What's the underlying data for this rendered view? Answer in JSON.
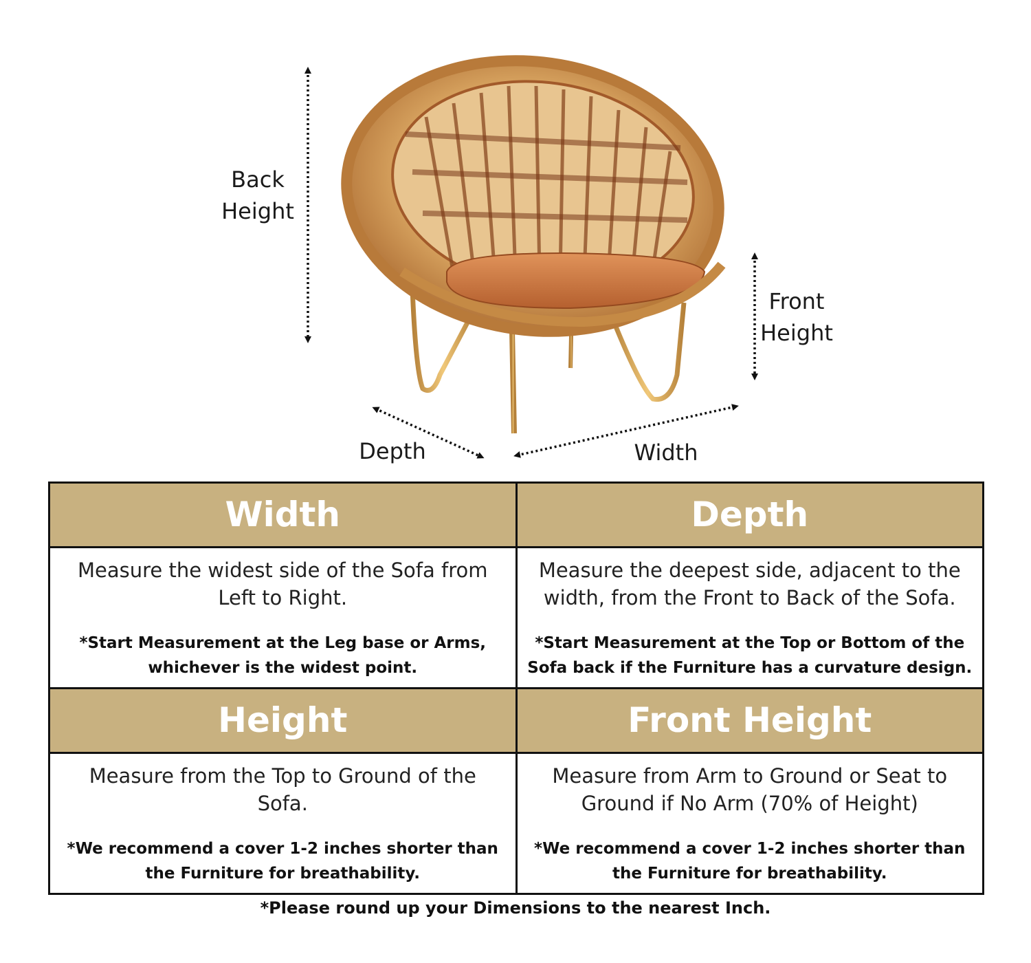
{
  "diagram": {
    "image": "rattan-round-chair",
    "labels": {
      "back_height": [
        "Back",
        "Height"
      ],
      "front_height": [
        "Front",
        "Height"
      ],
      "depth": "Depth",
      "width": "Width"
    }
  },
  "table": {
    "cells": [
      {
        "header": "Width",
        "description": "Measure the widest side of the Sofa from Left to Right.",
        "note": "*Start Measurement at the Leg base or Arms, whichever is the widest point."
      },
      {
        "header": "Depth",
        "description": "Measure the deepest side, adjacent to the width, from the Front to Back of the Sofa.",
        "note": "*Start Measurement at the Top or Bottom of the Sofa back if the Furniture has a curvature design."
      },
      {
        "header": "Height",
        "description": "Measure from the Top to Ground of the Sofa.",
        "note": "*We recommend a cover 1-2 inches shorter than the Furniture for breathability."
      },
      {
        "header": "Front Height",
        "description": "Measure from Arm to Ground or Seat to Ground if No Arm (70% of Height)",
        "note": "*We recommend a cover 1-2 inches shorter than the Furniture for breathability."
      }
    ]
  },
  "footer": "*Please round up your Dimensions to the nearest Inch.",
  "colors": {
    "header_bg": "#c8b180",
    "header_text": "#ffffff",
    "border": "#111111"
  }
}
